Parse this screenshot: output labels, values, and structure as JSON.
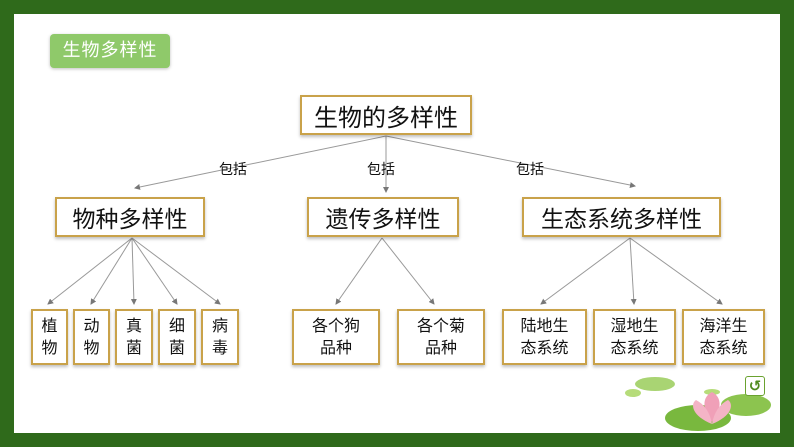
{
  "tag": "生物多样性",
  "root": "生物的多样性",
  "edge_label": "包括",
  "categories": [
    {
      "label": "物种多样性",
      "leaves": [
        "植\n物",
        "动\n物",
        "真\n菌",
        "细\n菌",
        "病\n毒"
      ]
    },
    {
      "label": "遗传多样性",
      "leaves": [
        "各个狗\n品种",
        "各个菊\n品种"
      ]
    },
    {
      "label": "生态系统多样性",
      "leaves": [
        "陆地生\n态系统",
        "湿地生\n态系统",
        "海洋生\n态系统"
      ]
    }
  ],
  "colors": {
    "frame": "#2f6a1b",
    "tag": "#8fc96a",
    "box_border": "#c9a24a"
  }
}
